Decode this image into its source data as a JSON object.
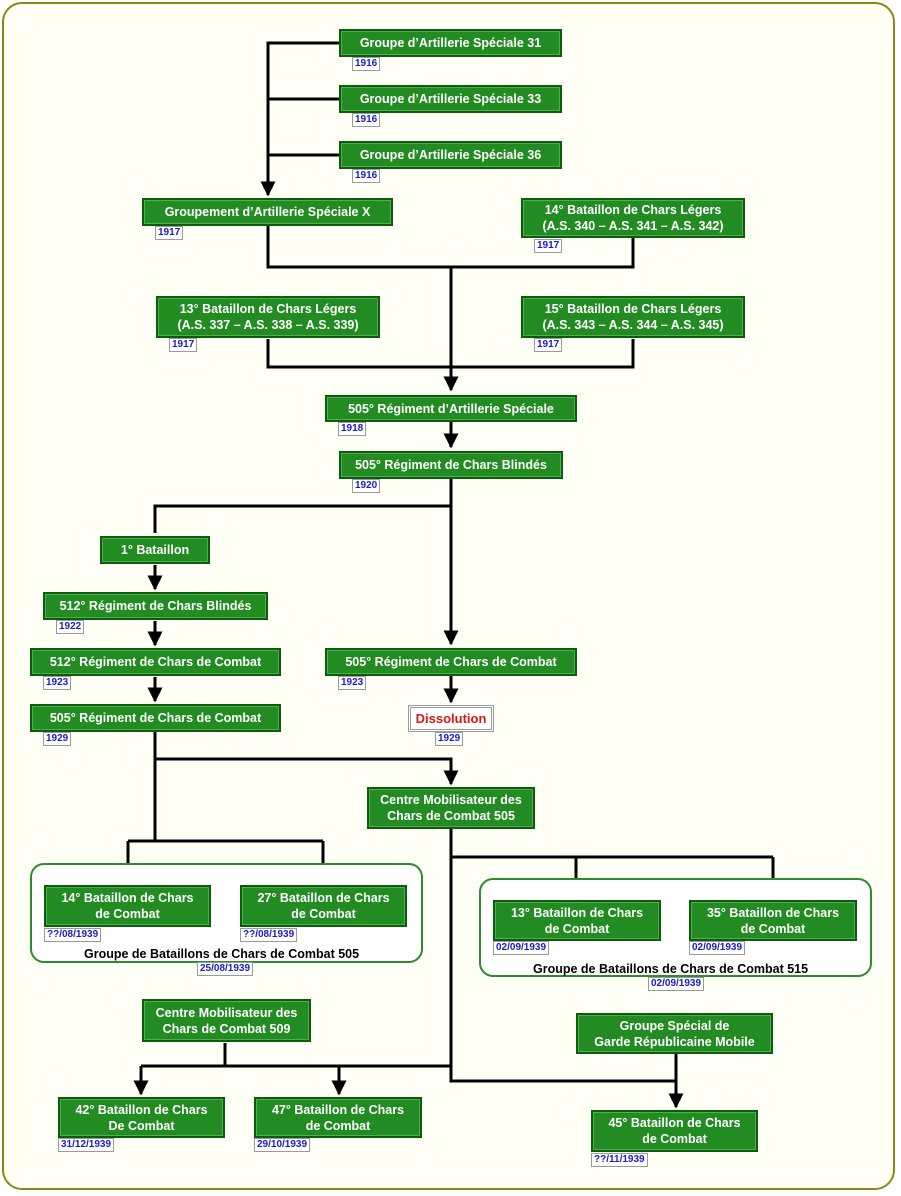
{
  "nodes": {
    "gas31": {
      "label": "Groupe d’Artillerie Spéciale 31",
      "year": "1916"
    },
    "gas33": {
      "label": "Groupe d’Artillerie Spéciale 33",
      "year": "1916"
    },
    "gas36": {
      "label": "Groupe d’Artillerie Spéciale 36",
      "year": "1916"
    },
    "gasx": {
      "label": "Groupement d’Artillerie Spéciale X",
      "year": "1917"
    },
    "bcl14": {
      "label": "14° Bataillon de Chars Légers\n(A.S. 340 – A.S. 341 – A.S. 342)",
      "year": "1917"
    },
    "bcl13": {
      "label": "13° Bataillon de Chars Légers\n(A.S. 337 – A.S. 338 – A.S. 339)",
      "year": "1917"
    },
    "bcl15": {
      "label": "15° Bataillon de Chars Légers\n(A.S. 343 – A.S. 344 – A.S. 345)",
      "year": "1917"
    },
    "ras505": {
      "label": "505° Régiment d’Artillerie Spéciale",
      "year": "1918"
    },
    "rcb505": {
      "label": "505° Régiment de Chars Blindés",
      "year": "1920"
    },
    "bat1": {
      "label": "1° Bataillon"
    },
    "rcb512": {
      "label": "512° Régiment de Chars Blindés",
      "year": "1922"
    },
    "rcc512": {
      "label": "512° Régiment de Chars de Combat",
      "year": "1923"
    },
    "rcc505a": {
      "label": "505° Régiment de Chars de Combat",
      "year": "1923"
    },
    "rcc505b": {
      "label": "505° Régiment de Chars de Combat",
      "year": "1929"
    },
    "dissolution": {
      "label": "Dissolution",
      "year": "1929"
    },
    "cm505": {
      "label": "Centre Mobilisateur des\nChars de Combat 505"
    },
    "bcc14": {
      "label": "14° Bataillon de Chars\nde Combat",
      "year": "??/08/1939"
    },
    "bcc27": {
      "label": "27° Bataillon de Chars\nde Combat",
      "year": "??/08/1939"
    },
    "bcc13": {
      "label": "13° Bataillon de Chars\nde Combat",
      "year": "02/09/1939"
    },
    "bcc35": {
      "label": "35° Bataillon de Chars\nde Combat",
      "year": "02/09/1939"
    },
    "cm509": {
      "label": "Centre Mobilisateur des\nChars de Combat 509"
    },
    "gsgrm": {
      "label": "Groupe Spécial de\nGarde Républicaine Mobile"
    },
    "bcc42": {
      "label": "42° Bataillon de Chars\nDe Combat",
      "year": "31/12/1939"
    },
    "bcc47": {
      "label": "47° Bataillon de Chars\nde Combat",
      "year": "29/10/1939"
    },
    "bcc45": {
      "label": "45° Bataillon de Chars\nde Combat",
      "year": "??/11/1939"
    }
  },
  "groups": {
    "g505": {
      "label": "Groupe de Bataillons de Chars de Combat 505",
      "year": "25/08/1939"
    },
    "g515": {
      "label": "Groupe de Bataillons de Chars de Combat 515",
      "year": "02/09/1939"
    }
  }
}
